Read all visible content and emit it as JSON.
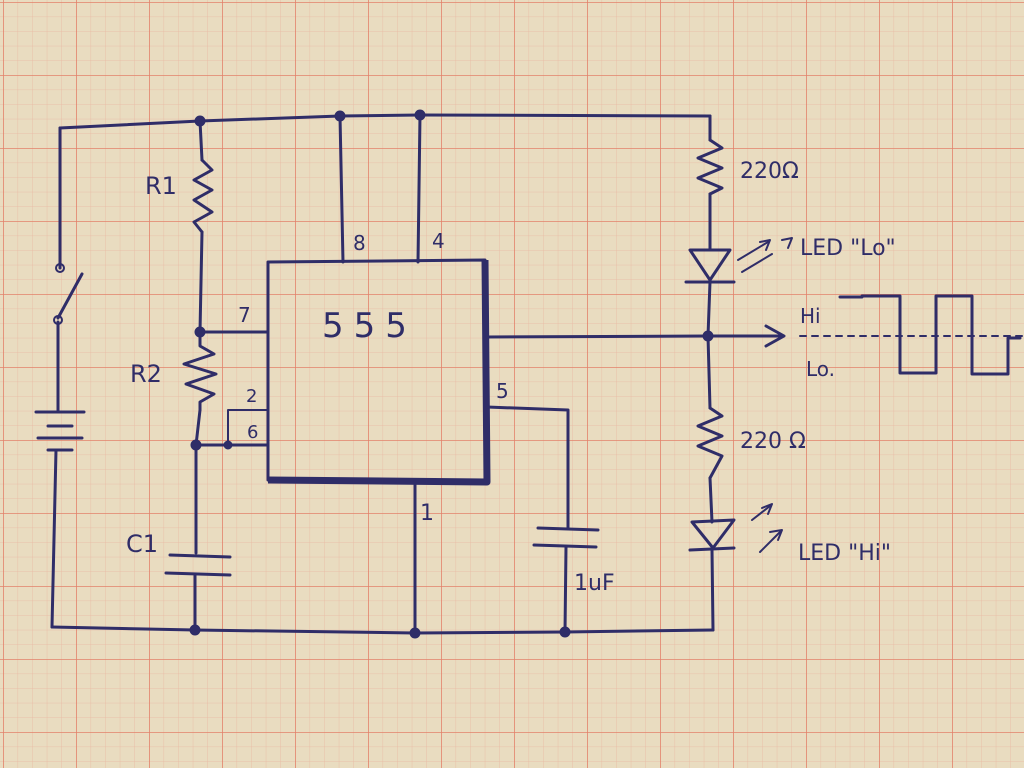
{
  "labels": {
    "r1": "R1",
    "r2": "R2",
    "c1": "C1",
    "chip": "555",
    "pin8": "8",
    "pin4": "4",
    "pin7": "7",
    "pin2": "2",
    "pin6": "6",
    "pin5": "5",
    "pin1": "1",
    "res_top": "220Ω",
    "res_bottom": "220 Ω",
    "led_lo": "LED \"Lo\"",
    "led_hi": "LED \"Hi\"",
    "out_hi": "Hi",
    "out_lo": "Lo.",
    "cap_value": "1uF"
  },
  "colors": {
    "paper": "#e9dcc0",
    "grid_major": "#e2826a",
    "grid_minor": "#e9b8a2",
    "ink": "#2f2d68"
  }
}
